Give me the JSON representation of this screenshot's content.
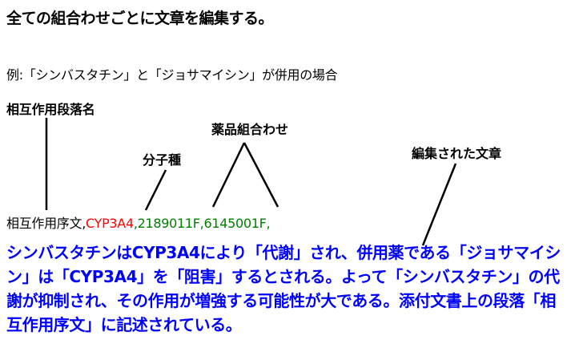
{
  "title": "全ての組合わせごとに文章を編集する。",
  "example": "例:「シンバスタチン」と「ジョサマイシン」が併用の場合",
  "labels": {
    "section_name": "相互作用段落名",
    "molecular_species": "分子種",
    "drug_combination": "薬品組合わせ",
    "edited_text": "編集された文章"
  },
  "sample": {
    "section": "相互作用序文",
    "sep1": ",",
    "molecule": "CYP3A4",
    "codes": ",2189011F,6145001F,"
  },
  "paragraph": "シンバスタチンはCYP3A4により「代謝」され、併用薬である「ジョサマイシン」は「CYP3A4」を「阻害」するとされる。よって「シンバスタチン」の代謝が抑制され、その作用が増強する可能性が大である。添付文書上の段落「相互作用序文」に記述されている。",
  "colors": {
    "molecule": "#ff0000",
    "codes": "#008000",
    "paragraph": "#0000ff",
    "text": "#000000"
  }
}
